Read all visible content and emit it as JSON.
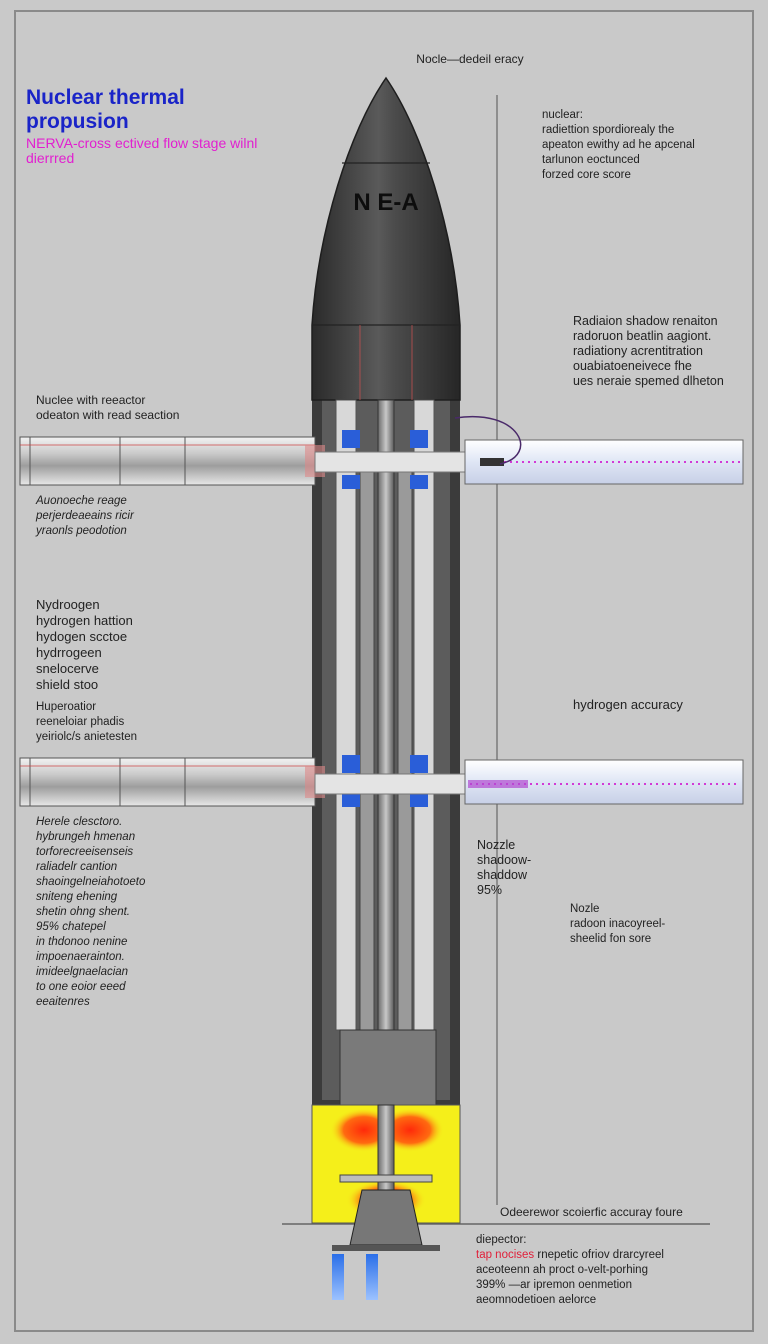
{
  "title": "Nuclear thermal propusion",
  "subtitle": "NERVA-cross ectived flow stage wilnl dierrred",
  "top_label": "Nocle—dedeil eracy",
  "nose_label": "N E-A",
  "annotations": {
    "nuclear_block": "nuclear:\nradiettion spordiorealy  the\napeaton ewithy ad he apcenal\ntarlunon eoctunced\nforzed core score",
    "radiation_block": "Radiaion shadow renaiton\nradoruon beatlin aagiont.\nradiationy acrentitration\nouabiatoeneivece fhe\nues neraie spemed dlheton",
    "nuclee_block": "Nuclee with reeactor\nodeaton with read seaction",
    "auto_block": "Auonoeche reage\nperjerdeaeains ricir\nyraonls peodotion",
    "hydrogen_block": "Nydroogen\nhydrogen hattion\nhydogen scctoe\nhydrrogeen\nsnelocerve\nshield stoo",
    "hyper_block": "Huperoatior\nreeneloiar phadis\nyeiriolc/s anietesten",
    "hydrogen_accuracy": "hydrogen accuracy",
    "herele_block": "Herele clesctoro.\nhybrungeh hmenan\ntorforecreeisenseis\nraliadelr  cantion\nshaoingelneiahotoeto\nsniteng ehening\nshetin ohng shent.\n95% chatepel\nin thdonoo nenine\nimpoenaerainton.\nimideelgnaelacian\nto one eoior eeed\neeaitenres",
    "nozzle_shadow": "Nozzle\nshadoow-\nshaddow\n95%",
    "nozzle_block": "Nozle\nradoon inacoyreel-\nsheelid fon sore",
    "footer_heading": "Odeerewor scoierfic accuray foure",
    "footer_prefix": "diepector:",
    "footer_highlight": "tap nocises",
    "footer_line1_rest": " rnepetic ofriov drarcyreel",
    "footer_rest": "aceoteenn ah proct o-velt-porhing\n399% —ar ipremon oenmetion\naeomnodetioen aelorce"
  },
  "colors": {
    "title": "#1a24c8",
    "subtitle": "#e21fd0",
    "highlight": "#e0203a",
    "nose": "#3a3a3a",
    "exhaust": "#f5ef1a",
    "flame": "#ff3a10",
    "plume": "#4a8af0"
  }
}
